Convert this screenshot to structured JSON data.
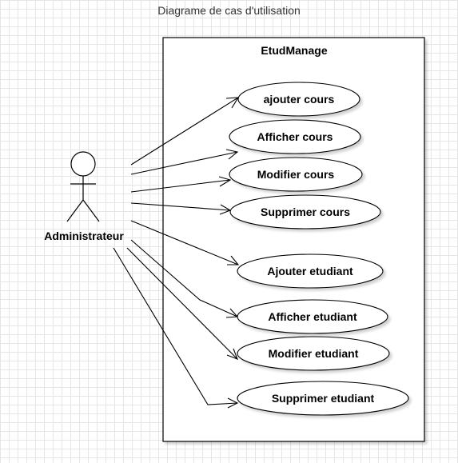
{
  "title": "Diagrame de cas d'utilisation",
  "system": {
    "name": "EtudManage"
  },
  "actor": {
    "name": "Administrateur"
  },
  "use_cases": [
    "ajouter cours",
    "Afficher cours",
    "Modifier cours",
    "Supprimer cours",
    "Ajouter etudiant",
    "Afficher etudiant",
    "Modifier etudiant",
    "Supprimer etudiant"
  ]
}
